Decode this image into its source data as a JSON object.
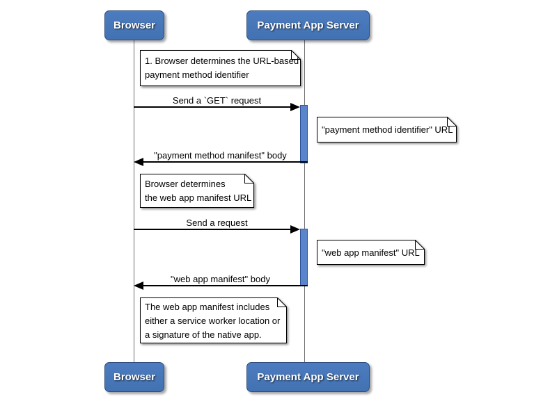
{
  "actors": {
    "browser": "Browser",
    "server": "Payment App Server"
  },
  "messages": {
    "get_request": "Send a `GET` request",
    "payment_method_manifest_body": "\"payment method manifest\" body",
    "send_request": "Send a request",
    "web_app_manifest_body": "\"web app manifest\" body"
  },
  "notes": {
    "determine_payment_method_identifier": "1. Browser determines the URL-based\npayment method identifier",
    "payment_method_identifier_url": "\"payment method identifier\" URL",
    "determine_web_app_manifest": "Browser determines\nthe web app manifest URL",
    "web_app_manifest_url": "\"web app manifest\" URL",
    "web_app_manifest_contents": "The web app manifest includes\neither a service worker location or\na signature of the native app."
  },
  "colors": {
    "actor_fill": "#4c7cc0",
    "actor_border": "#2e4d7d",
    "activation_fill": "#5b85cb",
    "activation_border": "#31549c",
    "lifeline": "#6e6e6e",
    "note_fill": "#ffffff",
    "note_border": "#000000",
    "arrow": "#000000"
  }
}
